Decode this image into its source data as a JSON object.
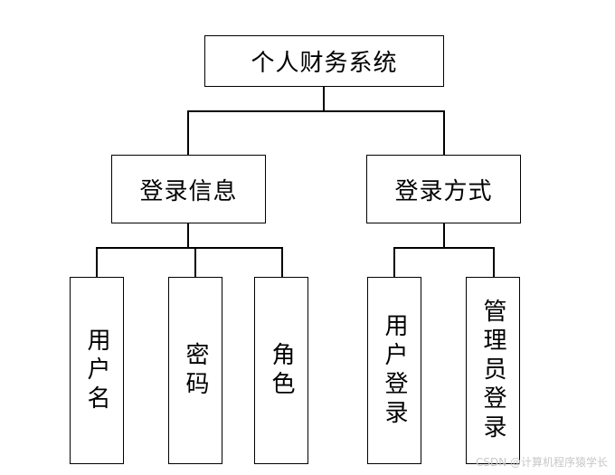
{
  "root": {
    "label": "个人财务系统"
  },
  "groups": [
    {
      "label": "登录信息",
      "children": [
        "用户名",
        "密码",
        "角色"
      ]
    },
    {
      "label": "登录方式",
      "children": [
        "用户登录",
        "管理员登录"
      ]
    }
  ],
  "watermark": "CSDN @计算机程序猿学长"
}
